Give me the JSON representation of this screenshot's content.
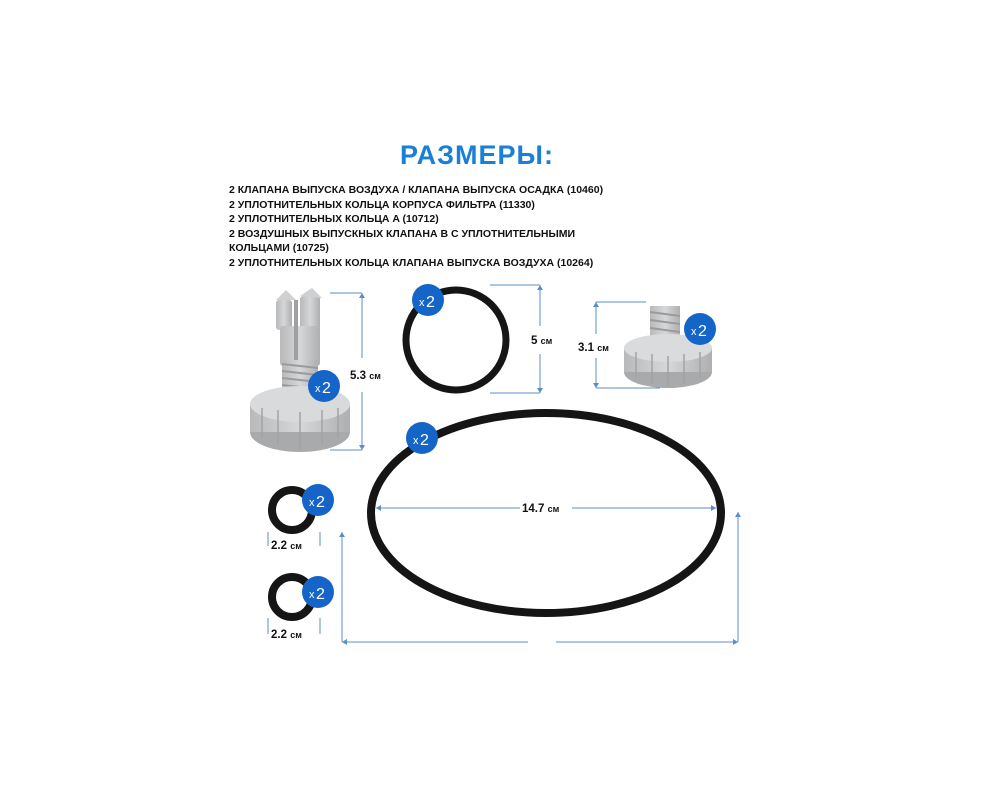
{
  "heading": "РАЗМЕРЫ:",
  "description": [
    "2 клапана выпуска воздуха / клапана выпуска осадка (10460)",
    "2 уплотнительных кольца корпуса фильтра (11330)",
    "2 уплотнительных кольца A (10712)",
    "2 воздушных выпускных клапана B с уплотнительными",
    "кольцами (10725)",
    "2 уплотнительных кольца клапана выпуска воздуха (10264)"
  ],
  "quantity_badge": {
    "x": "x",
    "n": "2"
  },
  "dimensions": {
    "valve_large": {
      "value": "5.3",
      "unit": "см"
    },
    "ring_small_top": {
      "value": "5",
      "unit": "см"
    },
    "valve_small": {
      "value": "3.1",
      "unit": "см"
    },
    "ring_large": {
      "value": "14.7",
      "unit": "см"
    },
    "oring_1": {
      "value": "2.2",
      "unit": "см"
    },
    "oring_2": {
      "value": "2.2",
      "unit": "см"
    }
  },
  "colors": {
    "accent": "#1a7fd6",
    "badge": "#1565c8",
    "gray_part": "#c9cacb",
    "ring": "#151515",
    "dim_line": "#5a8fc4"
  }
}
